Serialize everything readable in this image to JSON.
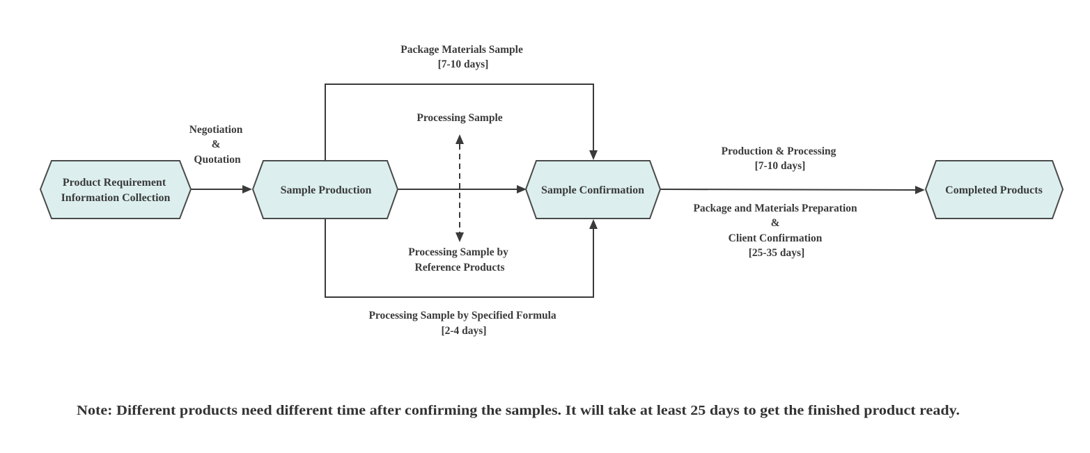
{
  "nodes": {
    "requirement": {
      "lines": [
        "Product Requirement",
        "Information Collection"
      ]
    },
    "sample_production": {
      "lines": [
        "Sample Production"
      ]
    },
    "sample_confirmation": {
      "lines": [
        "Sample Confirmation"
      ]
    },
    "completed": {
      "lines": [
        "Completed Products"
      ]
    }
  },
  "edges": {
    "negotiation": {
      "lines": [
        "Negotiation",
        "&",
        "Quotation"
      ]
    },
    "package_materials": {
      "lines": [
        "Package Materials Sample",
        "[7-10 days]"
      ]
    },
    "processing_sample": {
      "lines": [
        "Processing Sample"
      ]
    },
    "by_reference": {
      "lines": [
        "Processing Sample by",
        "Reference Products"
      ]
    },
    "by_formula": {
      "lines": [
        "Processing Sample by Specified Formula",
        "[2-4 days]"
      ]
    },
    "production_processing": {
      "lines": [
        "Production & Processing",
        "[7-10 days]"
      ]
    },
    "package_preparation": {
      "lines": [
        "Package and Materials Preparation",
        "&",
        "Client Confirmation",
        "[25-35 days]"
      ]
    }
  },
  "note": "Note: Different products need different time after confirming the samples. It will take at least 25 days to get the finished product ready.",
  "colors": {
    "node_fill": "#dcefee",
    "node_stroke": "#4a4a4a",
    "line": "#3a3a3a",
    "text": "#3a3a3a"
  }
}
